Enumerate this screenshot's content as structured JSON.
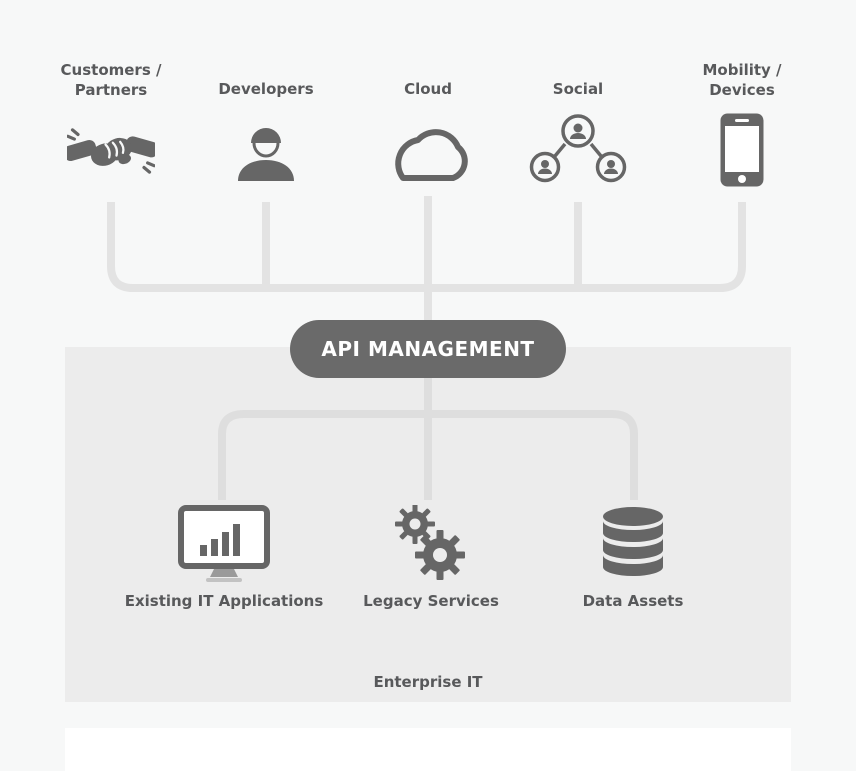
{
  "diagram": {
    "api_pill": {
      "label": "API MANAGEMENT"
    },
    "top_nodes": [
      {
        "label": "Customers / Partners",
        "icon": "handshake-icon"
      },
      {
        "label": "Developers",
        "icon": "developer-icon"
      },
      {
        "label": "Cloud",
        "icon": "cloud-icon"
      },
      {
        "label": "Social",
        "icon": "social-network-icon"
      },
      {
        "label": "Mobility / Devices",
        "icon": "smartphone-icon"
      }
    ],
    "enterprise": {
      "label": "Enterprise IT",
      "nodes": [
        {
          "label": "Existing IT Applications",
          "icon": "monitor-chart-icon"
        },
        {
          "label": "Legacy Services",
          "icon": "gears-icon"
        },
        {
          "label": "Data Assets",
          "icon": "database-icon"
        }
      ]
    },
    "colors": {
      "page_background": "#f7f8f8",
      "enterprise_box": "#ececec",
      "icon_gray": "#666666",
      "pill_background": "#6a6a6a",
      "pill_text": "#ffffff",
      "connector_top": "#e3e3e3",
      "connector_bottom": "#dedede",
      "label_text": "#58595b",
      "footer_strip": "#ffffff"
    }
  }
}
